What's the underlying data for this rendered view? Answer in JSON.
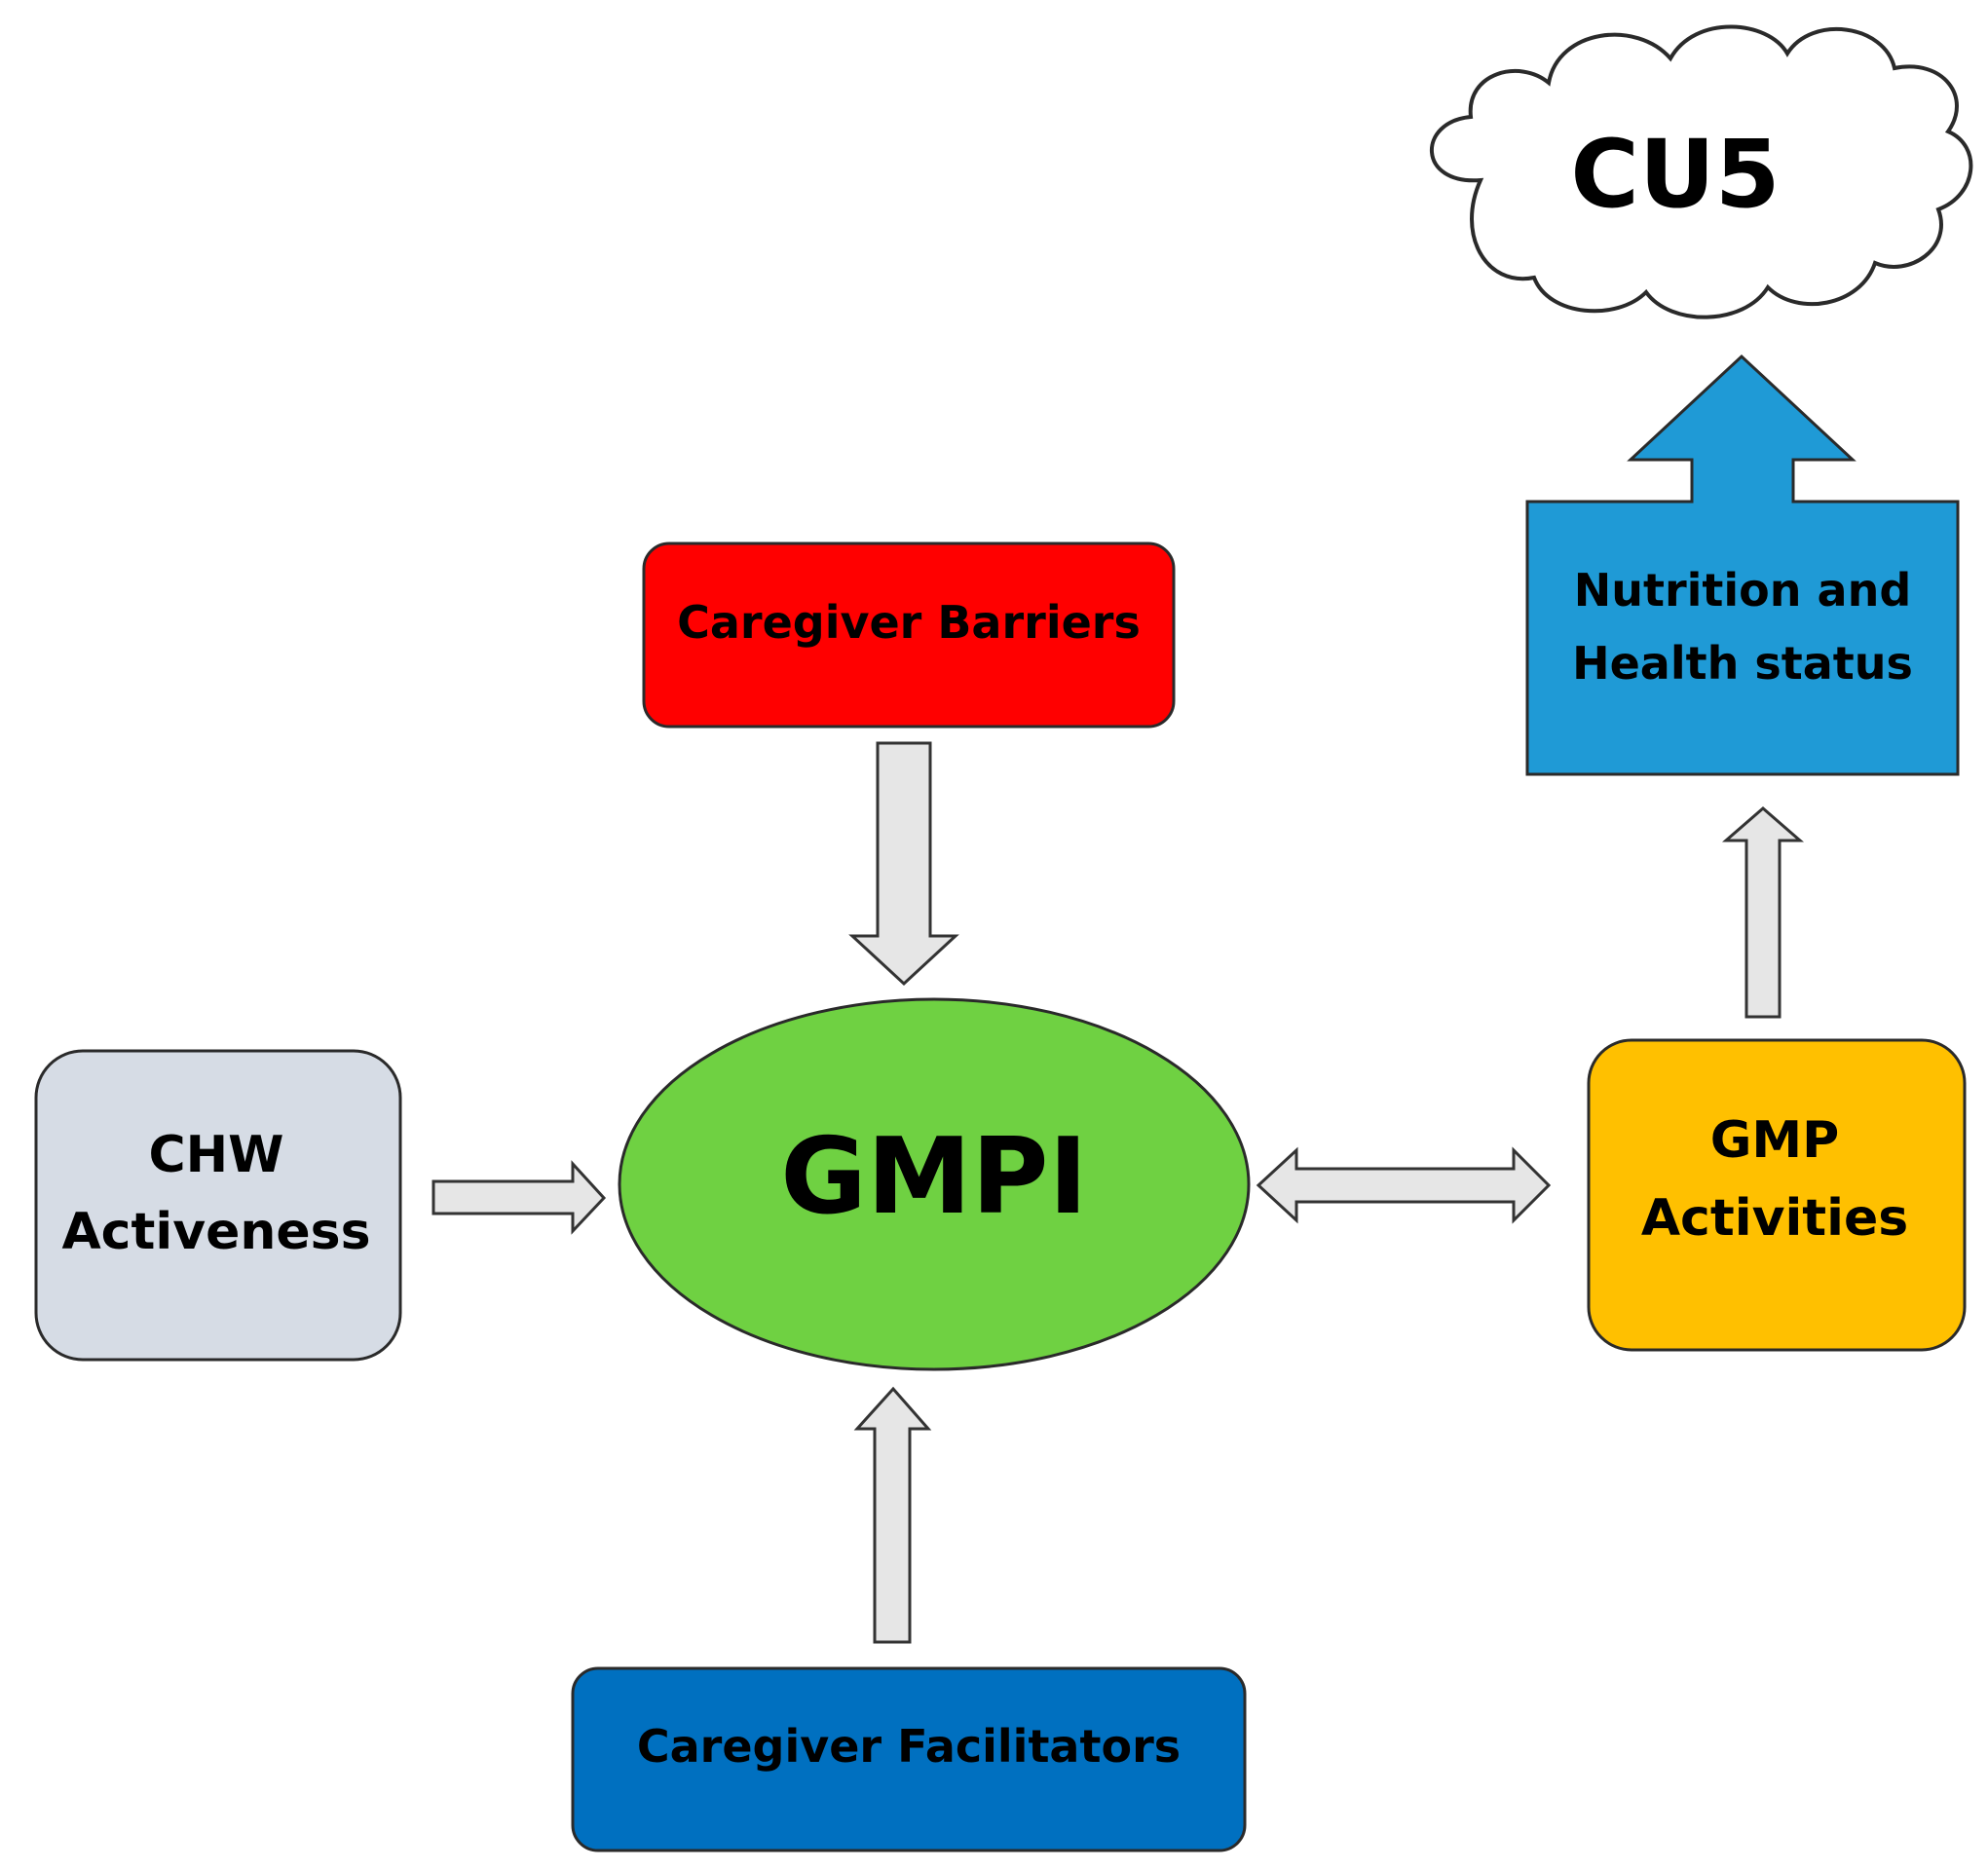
{
  "nodes": {
    "cu5": {
      "label": "CU5"
    },
    "nutrition": {
      "line1": "Nutrition and",
      "line2": "Health status"
    },
    "barriers": {
      "label": "Caregiver Barriers"
    },
    "gmpi": {
      "label": "GMPI"
    },
    "chw": {
      "line1": "CHW",
      "line2": "Activeness"
    },
    "gmp": {
      "line1": "GMP",
      "line2": "Activities"
    },
    "facilitators": {
      "label": "Caregiver Facilitators"
    }
  },
  "colors": {
    "barriers": "#ff0000",
    "gmpi": "#6fd142",
    "chw": "#d6dce5",
    "gmp": "#ffc000",
    "facilitators": "#0070c0",
    "nutrition": "#1f9ad6",
    "arrow": "#e6e6e6"
  }
}
